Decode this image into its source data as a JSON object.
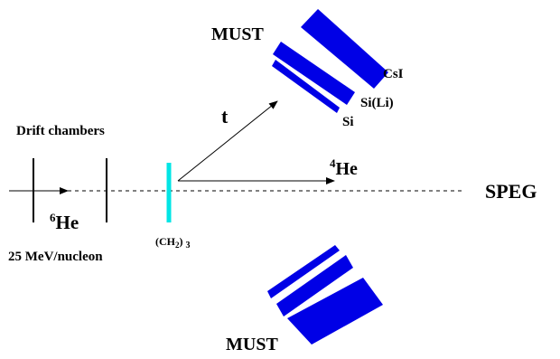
{
  "labels": {
    "must_top": "MUST",
    "must_bottom": "MUST",
    "csi": "CsI",
    "sili": "Si(Li)",
    "si": "Si",
    "drift": "Drift chambers",
    "t": "t",
    "he4_sup": "4",
    "he4": "He",
    "speg": "SPEG",
    "he6_sup": "6",
    "he6": "He",
    "beam": "25 MeV/nucleon",
    "target_a": "(CH",
    "target_sub": "2",
    "target_b": ")",
    "target_sub2": "3"
  },
  "colors": {
    "detector": "#0000e6",
    "target": "#00e5e5",
    "line": "#000000"
  }
}
